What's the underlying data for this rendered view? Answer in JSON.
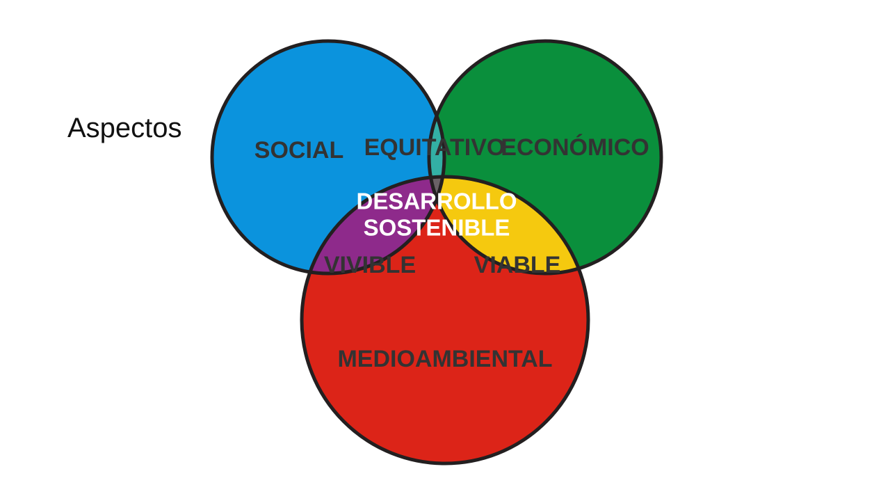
{
  "slide": {
    "side_title": "Aspectos"
  },
  "diagram": {
    "type": "venn-3",
    "sets": {
      "social": {
        "label": "SOCIAL",
        "color": "#0b93dd"
      },
      "economico": {
        "label": "ECONÓMICO",
        "color": "#0a8f3c"
      },
      "medioambiental": {
        "label": "MEDIOAMBIENTAL",
        "color": "#dc2418"
      }
    },
    "intersections": {
      "social_economico": {
        "label": "EQUITATIVO",
        "color": "#33b0a5"
      },
      "social_medioambiental": {
        "label": "VIVIBLE",
        "color": "#8e2a8b"
      },
      "economico_medioambiental": {
        "label": "VIABLE",
        "color": "#f5c90f"
      },
      "all": {
        "label_line1": "DESARROLLO",
        "label_line2": "SOSTENIBLE",
        "color": "#6a6266"
      }
    },
    "outline_color": "#231f20"
  }
}
